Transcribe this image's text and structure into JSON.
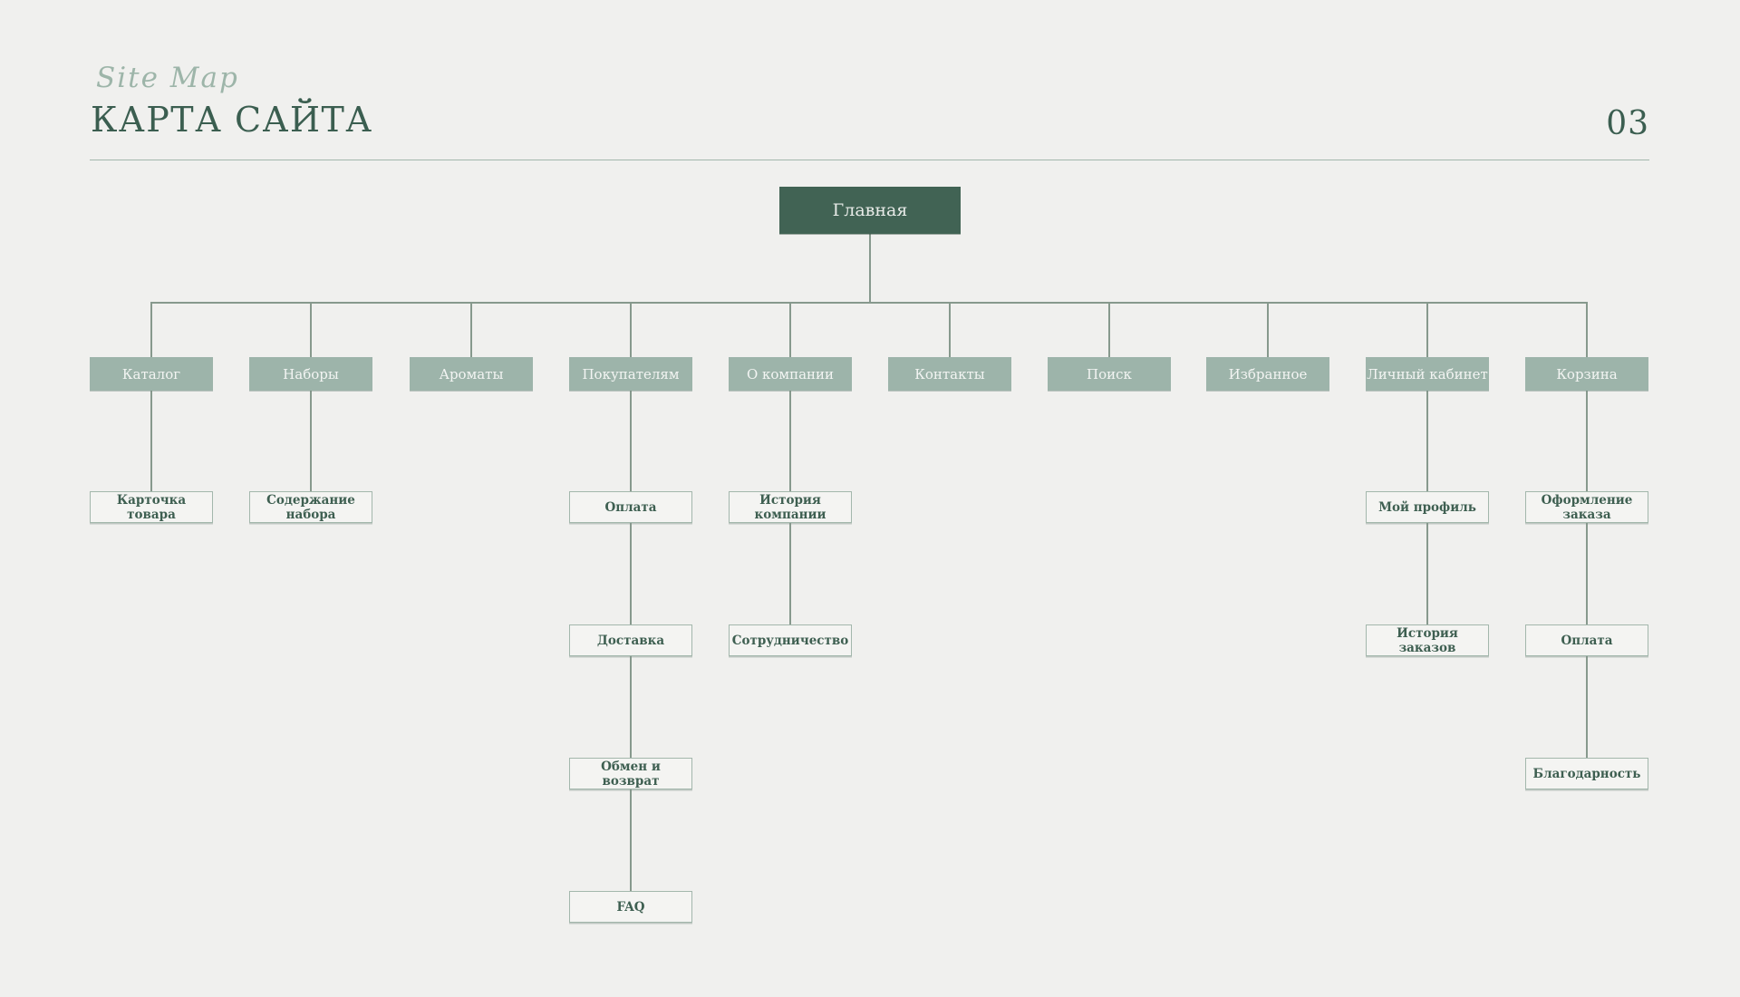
{
  "header": {
    "eyebrow": "Site Map",
    "title": "КАРТА САЙТА",
    "page_number": "03"
  },
  "colors": {
    "background": "#f0f0ee",
    "root_fill": "#416354",
    "branch_fill": "#9db4aa",
    "leaf_background": "#f4f4f2",
    "leaf_border": "#a3b7ac",
    "text_dark_green": "#3e5f51",
    "text_on_fill": "#f3f5f3",
    "connector": "#87998d"
  },
  "tree": {
    "label": "Главная",
    "children": [
      {
        "label": "Каталог",
        "children": [
          {
            "label": "Карточка товара"
          }
        ]
      },
      {
        "label": "Наборы",
        "children": [
          {
            "label": "Содержание набора"
          }
        ]
      },
      {
        "label": "Ароматы"
      },
      {
        "label": "Покупателям",
        "children": [
          {
            "label": "Оплата",
            "children": [
              {
                "label": "Доставка",
                "children": [
                  {
                    "label": "Обмен и возврат",
                    "children": [
                      {
                        "label": "FAQ"
                      }
                    ]
                  }
                ]
              }
            ]
          }
        ]
      },
      {
        "label": "О компании",
        "children": [
          {
            "label": "История компании",
            "children": [
              {
                "label": "Сотрудничество"
              }
            ]
          }
        ]
      },
      {
        "label": "Контакты"
      },
      {
        "label": "Поиск"
      },
      {
        "label": "Избранное"
      },
      {
        "label": "Личный кабинет",
        "children": [
          {
            "label": "Мой профиль",
            "children": [
              {
                "label": "История заказов"
              }
            ]
          }
        ]
      },
      {
        "label": "Корзина",
        "children": [
          {
            "label": "Оформление заказа",
            "children": [
              {
                "label": "Оплата",
                "children": [
                  {
                    "label": "Благодарность"
                  }
                ]
              }
            ]
          }
        ]
      }
    ]
  }
}
